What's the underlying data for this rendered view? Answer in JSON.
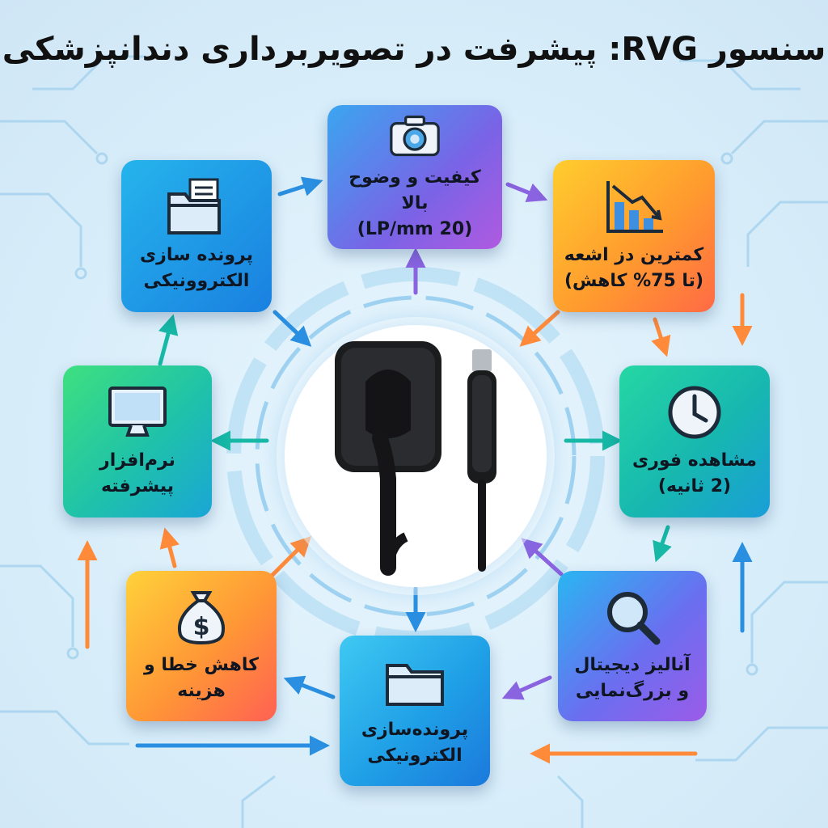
{
  "title": "سنسور RVG: پیشرفت در تصویربرداری دندانپزشکی",
  "cards": {
    "quality": {
      "line1": "کیفیت و وضوح بالا",
      "line2": "(20 LP/mm)",
      "icon": "camera-icon"
    },
    "dose": {
      "line1": "کمترین دز اشعه",
      "line2": "(تا 75% کاهش)",
      "icon": "declining-bar-chart-icon"
    },
    "instant": {
      "line1": "مشاهده فوری",
      "line2": "(2 ثانیه)",
      "icon": "clock-icon"
    },
    "analysis": {
      "line1": "آنالیز دیجیتال",
      "line2": "و بزرگ‌نمایی",
      "icon": "magnifier-icon"
    },
    "filing_bottom": {
      "line1": "پرونده‌سازی",
      "line2": "الکترونیکی",
      "icon": "folder-icon"
    },
    "cost": {
      "line1": "کاهش خطا و",
      "line2": "هزینه",
      "icon": "money-bag-icon"
    },
    "software": {
      "line1": "نرم‌افزار",
      "line2": "پیشرفته",
      "icon": "monitor-icon"
    },
    "filing_top": {
      "line1": "پرونده سازی",
      "line2": "الکتروونیکی",
      "icon": "documents-folder-icon"
    }
  },
  "center": {
    "icon": "rvg-sensor-with-usb-icon"
  },
  "colors": {
    "teal_arrow": "#17b8a6",
    "blue_arrow": "#2a8fe0",
    "violet_arrow": "#8a63e0",
    "orange_arrow": "#ff8a3a"
  }
}
